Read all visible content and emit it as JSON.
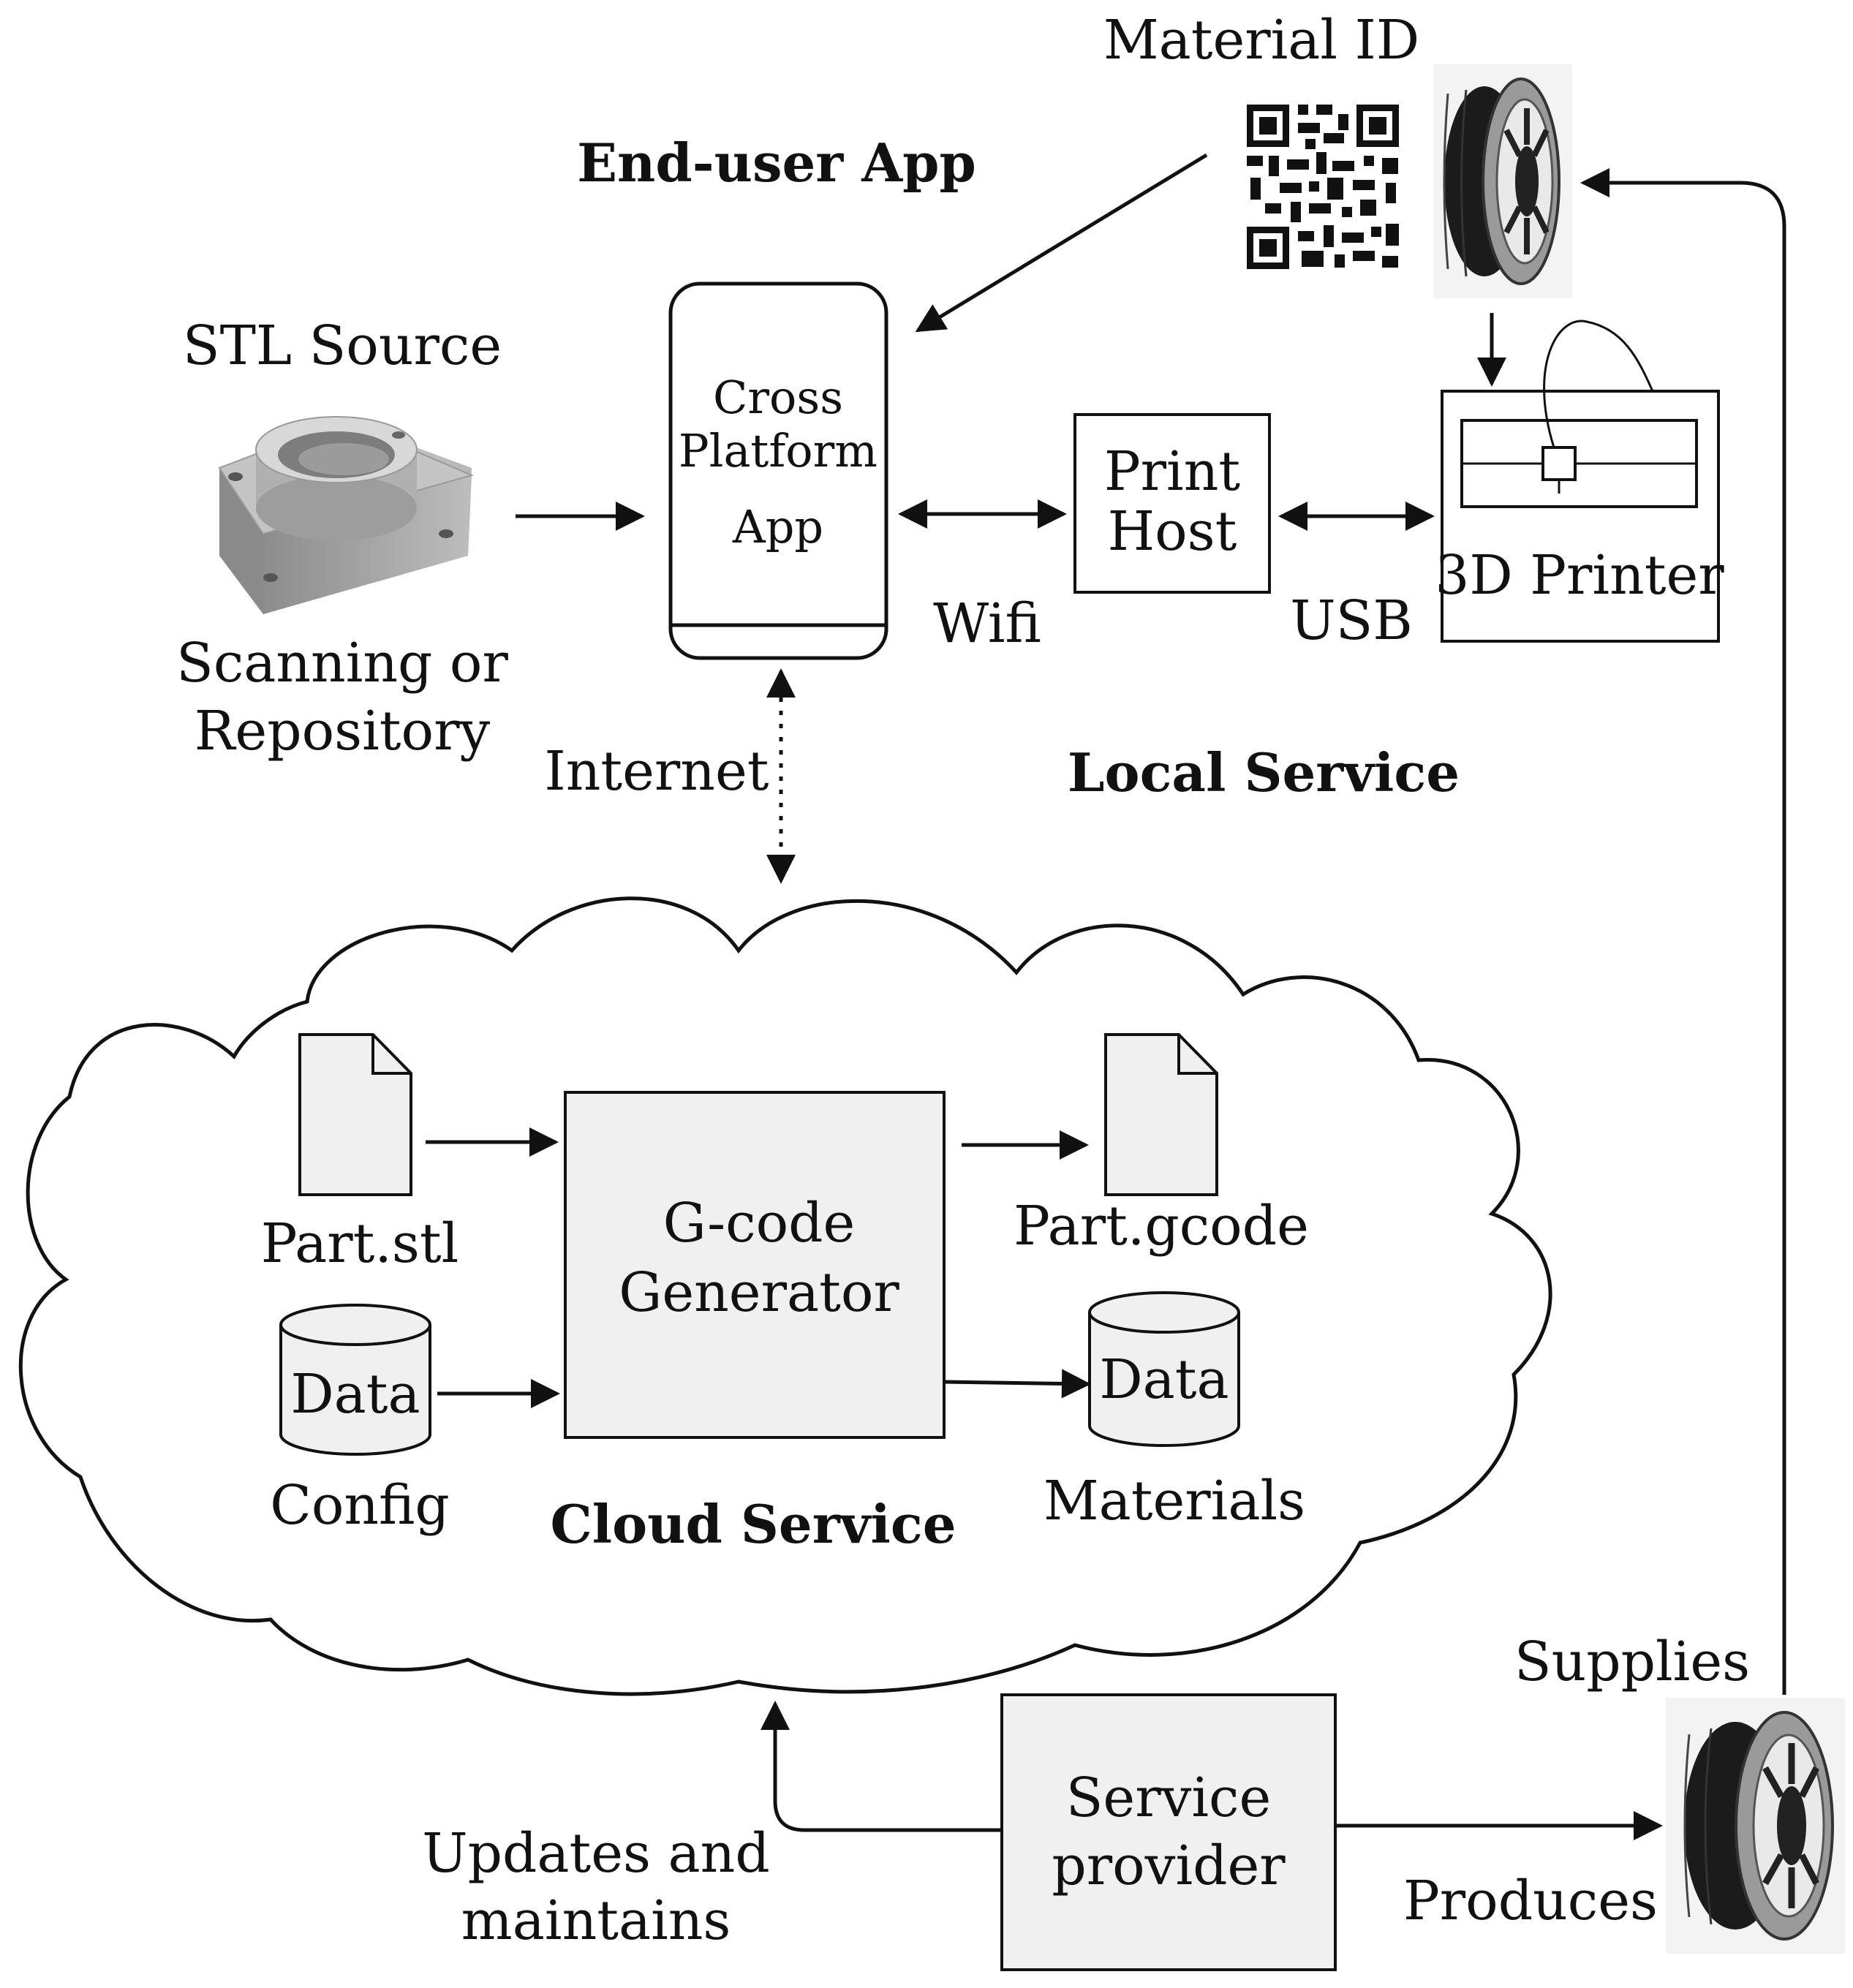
{
  "labels": {
    "material_id": "Material ID",
    "end_user_app": "End-user App",
    "stl_source": "STL Source",
    "scanning_or": "Scanning or",
    "repository": "Repository",
    "cross": "Cross",
    "platform": "Platform",
    "app": "App",
    "print": "Print",
    "host": "Host",
    "printer_3d": "3D Printer",
    "wifi": "Wifi",
    "usb": "USB",
    "internet": "Internet",
    "local_service": "Local Service",
    "part_stl": "Part.stl",
    "gcode_line1": "G-code",
    "gcode_line2": "Generator",
    "part_gcode": "Part.gcode",
    "data_config": "Data",
    "config": "Config",
    "data_materials": "Data",
    "materials": "Materials",
    "cloud_service": "Cloud Service",
    "supplies": "Supplies",
    "service": "Service",
    "provider": "provider",
    "produces": "Produces",
    "updates_and": "Updates and",
    "maintains": "maintains"
  },
  "colors": {
    "ink": "#111111",
    "box_fill": "#f0f0f0",
    "page": "#ffffff",
    "part_gray": "#a8a8a8"
  },
  "icons": [
    "qr-code-icon",
    "filament-spool-icon",
    "3d-part-icon",
    "document-icon",
    "database-icon",
    "cloud-shape"
  ]
}
